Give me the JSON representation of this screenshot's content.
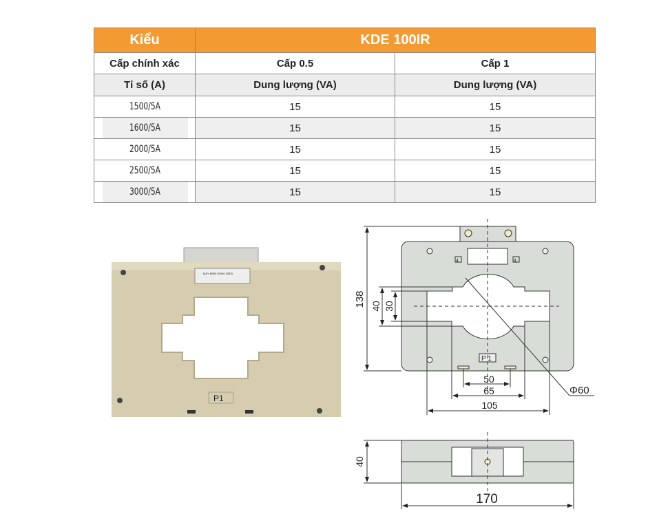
{
  "table": {
    "header": {
      "type_label": "Kiểu",
      "model": "KDE 100IR"
    },
    "accuracy_row": {
      "label": "Cấp chính xác",
      "class_a": "Cấp 0.5",
      "class_b": "Cấp 1"
    },
    "subheader": {
      "label": "Tỉ số (A)",
      "col_a": "Dung lượng (VA)",
      "col_b": "Dung lượng (VA)"
    },
    "rows": [
      {
        "ratio": "1500/5A",
        "a": "15",
        "b": "15"
      },
      {
        "ratio": "1600/5A",
        "a": "15",
        "b": "15"
      },
      {
        "ratio": "2000/5A",
        "a": "15",
        "b": "15"
      },
      {
        "ratio": "2500/5A",
        "a": "15",
        "b": "15"
      },
      {
        "ratio": "3000/5A",
        "a": "15",
        "b": "15"
      }
    ]
  },
  "photo": {
    "label_p1": "P1",
    "nameplate": "MÁY BIẾN DÒNG ĐIỆN"
  },
  "drawing": {
    "front": {
      "height": "138",
      "window_outer": "40",
      "window_inner": "30",
      "terminal_spacing": "50",
      "core_width": "65",
      "window_width": "105",
      "diameter": "Φ60",
      "marker": "P 1",
      "terminal_mark": "4"
    },
    "side": {
      "depth": "40",
      "width": "170"
    }
  },
  "colors": {
    "header": "#f39a33",
    "body": "#d9ddd8",
    "product": "#d8cfb3"
  }
}
